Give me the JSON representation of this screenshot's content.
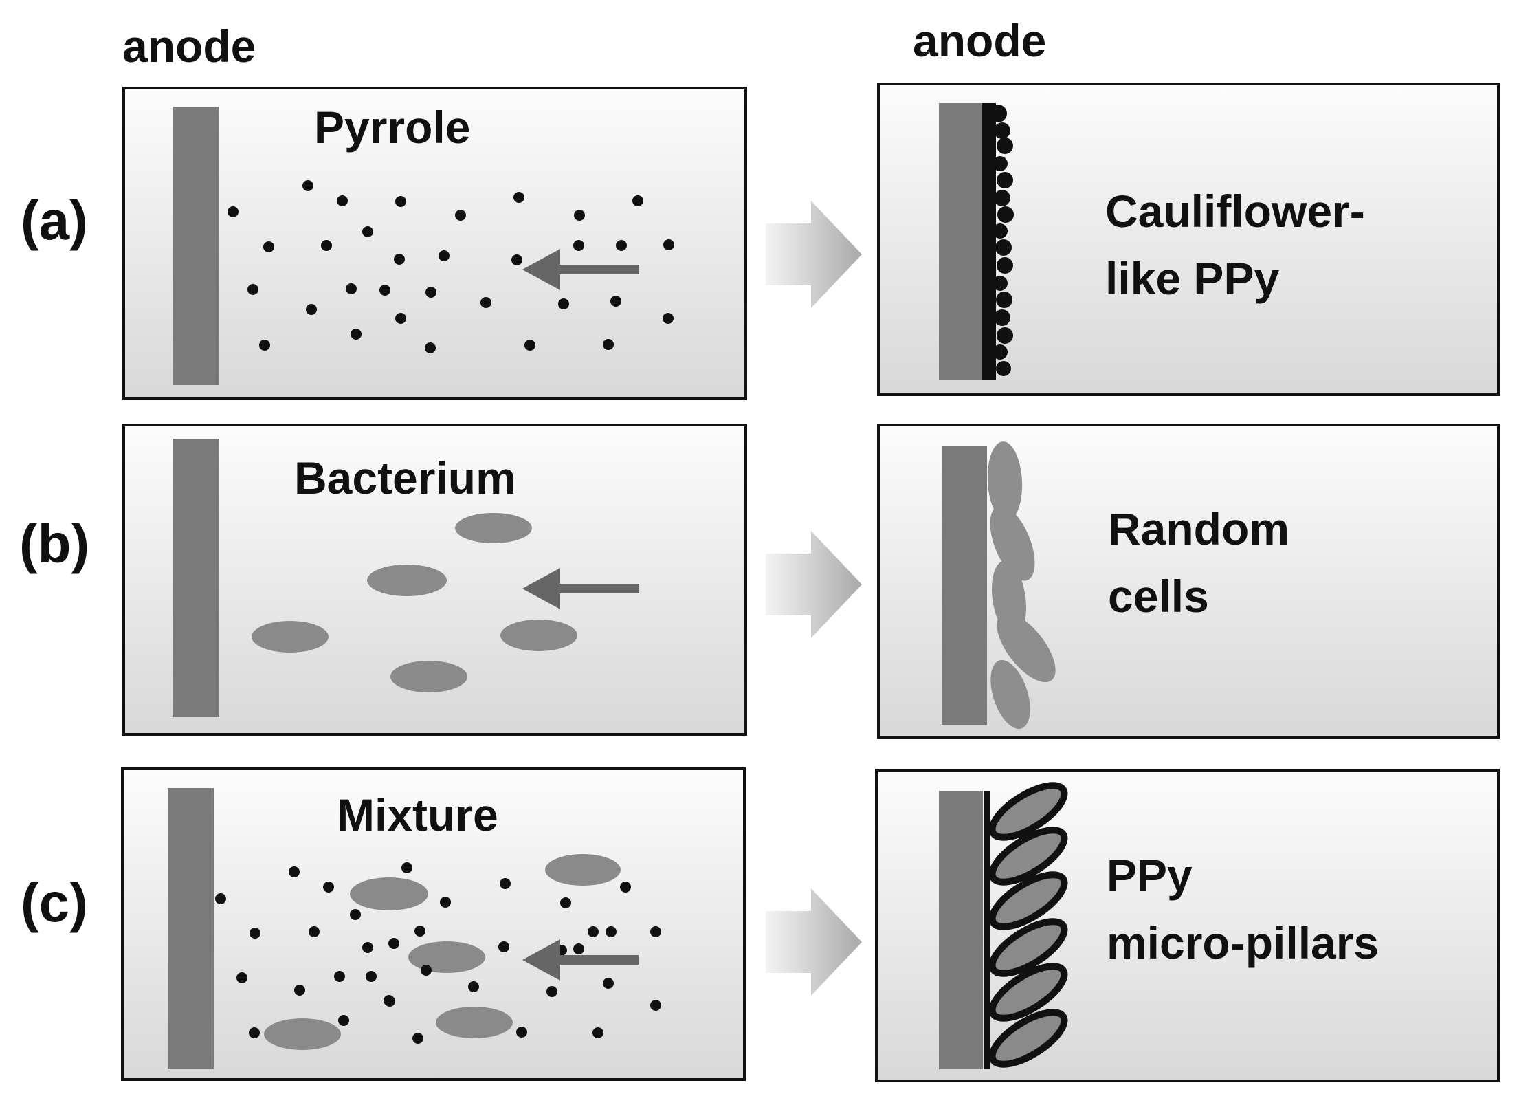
{
  "headers": {
    "left": "anode",
    "right": "anode"
  },
  "rows": [
    {
      "label": "(a)",
      "input": "Pyrrole",
      "result_line1": "Cauliflower-",
      "result_line2": "like PPy"
    },
    {
      "label": "(b)",
      "input": "Bacterium",
      "result_line1": "Random",
      "result_line2": "cells"
    },
    {
      "label": "(c)",
      "input": "Mixture",
      "result_line1": "PPy",
      "result_line2": "micro-pillars"
    }
  ],
  "colors": {
    "electrode": "#7a7a7a",
    "particle": "#111111",
    "cell": "#8a8a8a",
    "arrow": "#666666",
    "panel_light": "#fbfbfb",
    "panel_dark": "#d9d9d9"
  }
}
